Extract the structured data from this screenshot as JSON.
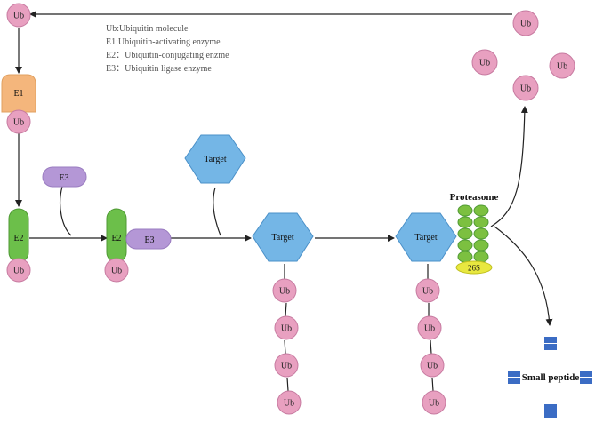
{
  "legend": [
    "Ub:Ubiquitin molecule",
    "E1:Ubiquitin-activating enzyme",
    "E2：Ubiquitin-conjugating enzme",
    "E3：Ubiquitin ligase enzyme"
  ],
  "labels": {
    "ub": "Ub",
    "e1": "E1",
    "e2": "E2",
    "e3": "E3",
    "target": "Target",
    "proteasome": "Proteasome",
    "proteasome_26s": "26S",
    "small_peptide": "Small peptide"
  },
  "colors": {
    "ub_fill": "#e8a0c0",
    "ub_stroke": "#c77aa0",
    "e1_fill": "#f4b67c",
    "e2_fill": "#6cbf4a",
    "e3_fill": "#b497d6",
    "target_fill": "#74b6e6",
    "proteasome_fill": "#7cc040",
    "proteasome_26s_fill": "#e8e840",
    "peptide_fill": "#3b6cc4"
  }
}
